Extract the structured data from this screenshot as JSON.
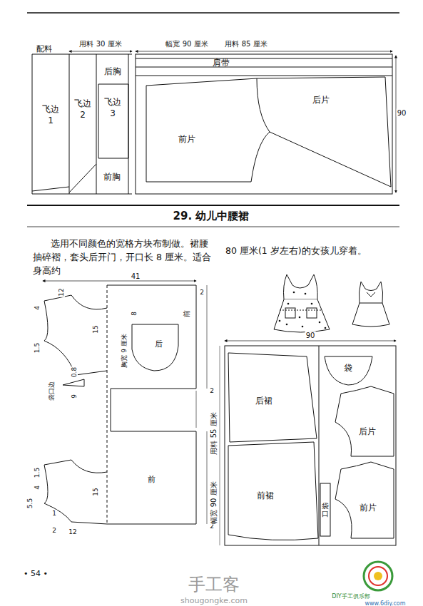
{
  "diagram": {
    "title": "29. 幼儿中腰裙",
    "nodes": [
      {
        "text": [
          "肩带"
        ]
      },
      {
        "text": [
          "后片"
        ]
      },
      {
        "text": [
          "前片"
        ]
      },
      {
        "text": [
          "飞边 1"
        ]
      },
      {
        "text": [
          "飞边 2"
        ]
      },
      {
        "text": [
          "后胸"
        ]
      },
      {
        "text": [
          "飞边 3"
        ]
      },
      {
        "text": [
          "前胸"
        ]
      },
      {
        "text": [
          "后裙"
        ]
      },
      {
        "text": [
          "前裙"
        ]
      },
      {
        "text": [
          "袋"
        ]
      },
      {
        "text": [
          "后片"
        ]
      },
      {
        "text": [
          "前片"
        ]
      },
      {
        "text": [
          "袋口"
        ]
      }
    ],
    "labels": [
      "配料",
      "用料 30 厘米",
      "幅宽 90 厘米",
      "用料 85 厘米",
      "90",
      "选用不同颜色的宽格方块布制做。裙腰抽碎褶，套头后开门，开口长 8 厘米。适合身高约",
      "80 厘米(1 岁左右)的女孩儿穿着。",
      "41",
      "12",
      "4",
      "15",
      "1.5",
      "8",
      "胸宽 9 厘米",
      "2",
      "0.8",
      "9",
      "袋口边",
      "2",
      "2",
      "1.5",
      "4",
      "5.5",
      "15",
      "1",
      "2",
      "12",
      "2",
      "后",
      "前",
      "前",
      "90",
      "用料 55 厘米",
      "幅宽 90 厘米",
      "• 54 •",
      "手工客",
      "shougongke.com",
      "DIY手工俱乐部",
      "www.6diy.com"
    ]
  }
}
